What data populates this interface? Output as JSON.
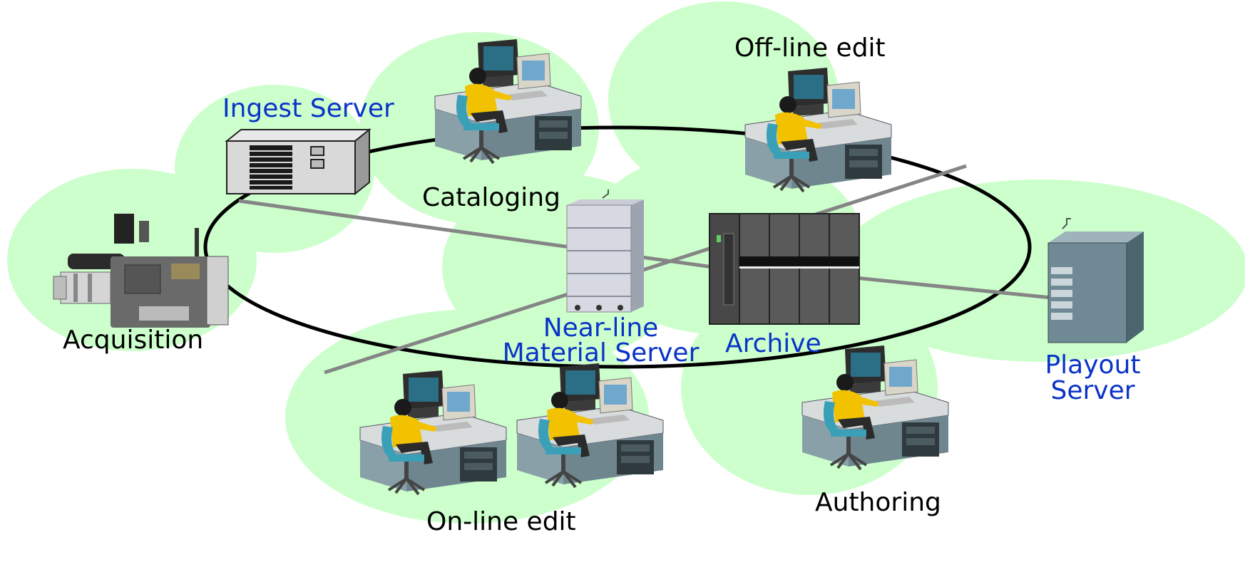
{
  "colors": {
    "cloud": "#ccffcc",
    "ring": "#000000",
    "link": "#808080",
    "label_blue": "#0a33c8",
    "label_black": "#000000"
  },
  "nodes": {
    "acquisition": {
      "label": "Acquisition",
      "icon": "video-camera-icon"
    },
    "ingest": {
      "label": "Ingest Server",
      "icon": "ingest-server-icon"
    },
    "cataloging": {
      "label": "Cataloging",
      "icon": "workstation-icon"
    },
    "offline": {
      "label": "Off-line edit",
      "icon": "workstation-icon"
    },
    "nearline": {
      "line1": "Near-line",
      "line2": "Material Server",
      "icon": "storage-server-icon"
    },
    "archive": {
      "label": "Archive",
      "icon": "tape-library-icon"
    },
    "playout": {
      "line1": "Playout",
      "line2": "Server",
      "icon": "tower-server-icon"
    },
    "online": {
      "label": "On-line edit",
      "icon": "workstation-icon"
    },
    "authoring": {
      "label": "Authoring",
      "icon": "workstation-icon"
    }
  }
}
